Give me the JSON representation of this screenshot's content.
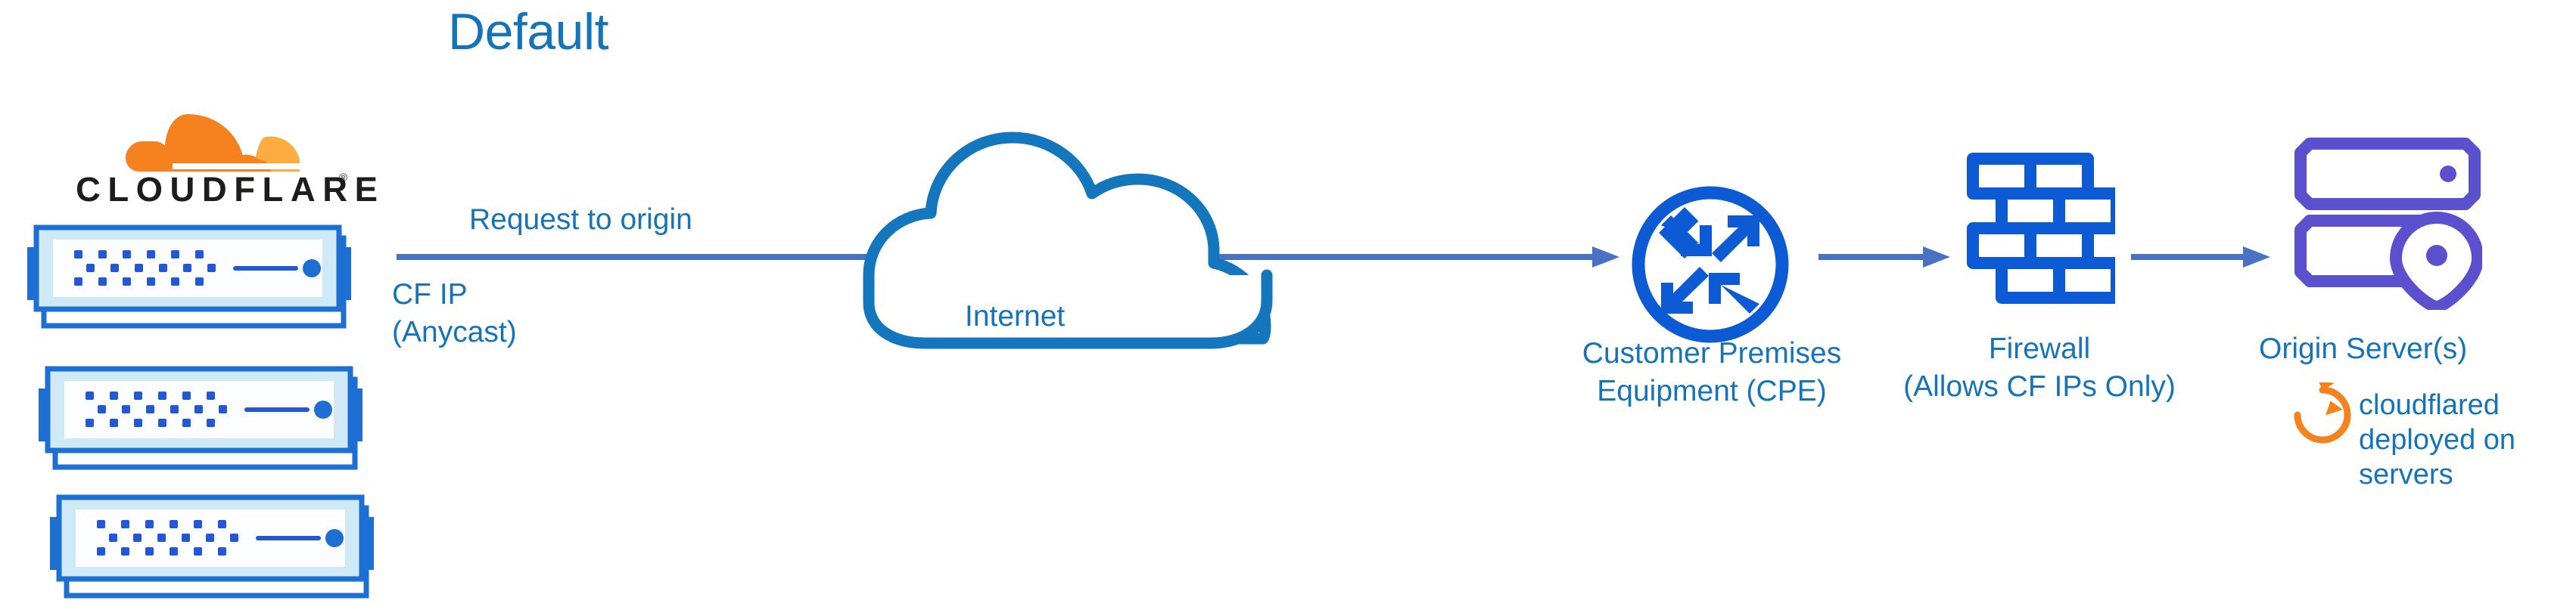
{
  "diagram": {
    "title": "Default",
    "type": "network-architecture",
    "background": "#ffffff",
    "colors": {
      "primary_blue": "#1574b9",
      "node_blue": "#0d5bd4",
      "arrow_blue": "#4a72c4",
      "cloud_outline": "#1476bd",
      "purple": "#5b51cf",
      "orange": "#f6821f",
      "orange_light": "#fbad41",
      "wordmark_black": "#1d1d1d",
      "rack_fill": "#cfe9f6"
    }
  },
  "logo": {
    "wordmark": "CLOUDFLARE",
    "registered_mark": "®",
    "icon_name": "cloudflare-cloud-logo"
  },
  "nodes": {
    "edge_servers": {
      "label": "",
      "icon_name": "server-rack-icon",
      "count": 3
    },
    "internet": {
      "label": "Internet",
      "icon_name": "cloud-outline-icon"
    },
    "cpe": {
      "label_line1": "Customer Premises",
      "label_line2": "Equipment (CPE)",
      "icon_name": "router-four-arrows-icon"
    },
    "firewall": {
      "label_line1": "Firewall",
      "label_line2": "(Allows CF IPs Only)",
      "icon_name": "brick-wall-firewall-icon"
    },
    "origin": {
      "label": "Origin Server(s)",
      "icon_name": "origin-server-location-pin-icon"
    },
    "cloudflared": {
      "label_line1": "cloudflared",
      "label_line2": "deployed on",
      "label_line3": "servers",
      "icon_name": "circular-arrow-refresh-icon"
    }
  },
  "annotations": {
    "request_to_origin": "Request to origin",
    "cf_ip_line1": "CF IP",
    "cf_ip_line2": "(Anycast)"
  },
  "flow": [
    {
      "from": "edge_servers",
      "to": "cpe",
      "label": "Request to origin",
      "through": "internet"
    },
    {
      "from": "cpe",
      "to": "firewall",
      "label": ""
    },
    {
      "from": "firewall",
      "to": "origin",
      "label": ""
    }
  ]
}
